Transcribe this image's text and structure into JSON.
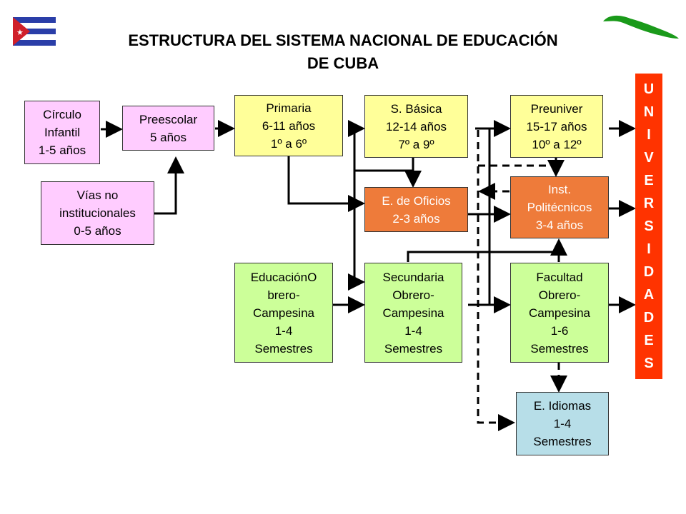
{
  "title": {
    "line1": "ESTRUCTURA DEL SISTEMA NACIONAL DE EDUCACIÓN",
    "line2": "DE CUBA"
  },
  "boxes": {
    "circulo": [
      "Círculo",
      "Infantil",
      "1-5 años"
    ],
    "preescolar": [
      "Preescolar",
      "5 años"
    ],
    "vias": [
      "Vías no",
      "institucionales",
      "0-5 años"
    ],
    "primaria": [
      "Primaria",
      "6-11 años",
      "1º a 6º"
    ],
    "basica": [
      "S. Básica",
      "12-14 años",
      "7º a 9º"
    ],
    "preuniver": [
      "Preuniver",
      "15-17 años",
      "10º a 12º"
    ],
    "oficios": [
      "E. de Oficios",
      "2-3 años"
    ],
    "politecnicos": [
      "Inst.",
      "Politécnicos",
      "3-4 años"
    ],
    "educacion_oc": [
      "EducaciónO",
      "brero-",
      "Campesina",
      "1-4",
      "Semestres"
    ],
    "secundaria_oc": [
      "Secundaria",
      "Obrero-",
      "Campesina",
      "1-4",
      "Semestres"
    ],
    "facultad_oc": [
      "Facultad",
      "Obrero-",
      "Campesina",
      "1-6",
      "Semestres"
    ],
    "idiomas": [
      "E. Idiomas",
      "1-4",
      "Semestres"
    ]
  },
  "universidades": [
    "U",
    "N",
    "I",
    "V",
    "E",
    "R",
    "S",
    "I",
    "D",
    "A",
    "D",
    "E",
    "S"
  ],
  "colors": {
    "pink": "#FFCCFF",
    "yellow": "#FFFF99",
    "orange": "#EE7B3A",
    "green": "#CCFF99",
    "blue": "#B7DEE8",
    "univ": "#FF3300"
  }
}
